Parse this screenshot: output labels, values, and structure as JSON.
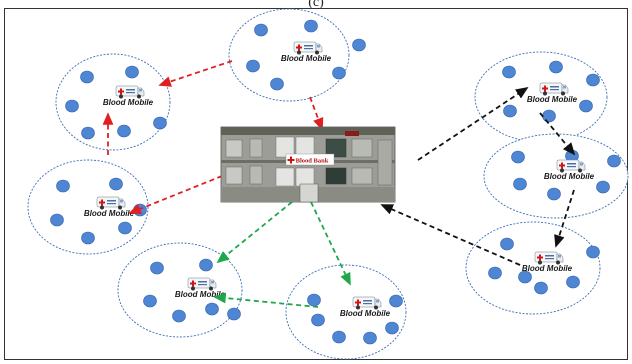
{
  "caption_fragment": "(c)",
  "blood_bank": {
    "label": "Blood Bank"
  },
  "mobile_label": "Blood Mobile",
  "colors": {
    "cluster_border": "#3b6fb5",
    "donor_fill": "#4f86d4",
    "donor_stroke": "#2d5fa8",
    "red_route": "#e02020",
    "green_route": "#1ea84a",
    "black_route": "#111111",
    "frame": "#333333"
  },
  "clusters": [
    {
      "id": "c1",
      "mobile_label": "Blood Mobile"
    },
    {
      "id": "c2",
      "mobile_label": "Blood Mobile"
    },
    {
      "id": "c3",
      "mobile_label": "Blood Mobile"
    },
    {
      "id": "c4",
      "mobile_label": "Blood Mobile"
    },
    {
      "id": "c5",
      "mobile_label": "Blood Mobile"
    },
    {
      "id": "c6",
      "mobile_label": "Blood Mobile"
    },
    {
      "id": "c7",
      "mobile_label": "Blood Mobile"
    },
    {
      "id": "c8",
      "mobile_label": "Blood Mobile"
    }
  ],
  "routes": [
    {
      "from": "c2",
      "to": "c1",
      "color": "red"
    },
    {
      "from": "c1",
      "to": "bank",
      "color": "red"
    },
    {
      "from": "c3",
      "to": "c2",
      "color": "red"
    },
    {
      "from": "bank",
      "to": "c3",
      "color": "red"
    },
    {
      "from": "bank",
      "to": "c5",
      "color": "green"
    },
    {
      "from": "c5",
      "to": "c4",
      "color": "green"
    },
    {
      "from": "c4",
      "to": "bank",
      "color": "green"
    },
    {
      "from": "bank",
      "to": "c6",
      "color": "black"
    },
    {
      "from": "c6",
      "to": "c7",
      "color": "black"
    },
    {
      "from": "c7",
      "to": "c8",
      "color": "black"
    },
    {
      "from": "c8",
      "to": "bank",
      "color": "black"
    }
  ]
}
